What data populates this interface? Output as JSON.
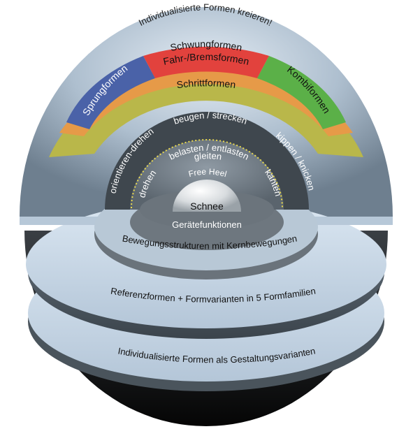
{
  "diagram": {
    "outer_top": "Individualisierte Formen kreieren!",
    "forms": {
      "sprung": "Sprungformen",
      "schwung": "Schwungformen",
      "kombi": "Kombiformen",
      "fahr_brems": "Fahr-/Bremsformen",
      "schritt": "Schrittformen"
    },
    "movements_outer": {
      "orientieren": "orientieren-drehen",
      "beugen": "beugen / strecken",
      "kippen": "kippen / knicken"
    },
    "movements_inner": {
      "drehen": "drehen",
      "belasten": "belasten / entlasten",
      "kanten": "kanten",
      "gleiten": "gleiten",
      "free_heel": "Free Heel"
    },
    "core": "Schnee",
    "layers": {
      "geraet": "Gerätefunktionen",
      "bewegung": "Bewegungsstrukturen mit Kernbewegungen",
      "referenz": "Referenzformen + Formvarianten in 5 Formfamilien",
      "individual": "Individualisierte Formen als Gestaltungsvarianten"
    },
    "colors": {
      "sprung": "#4a62a8",
      "schwung": "#e2423d",
      "kombi": "#5bb048",
      "fahr_brems": "#e69a48",
      "schritt": "#b9b74a",
      "dome": "#aebfcf",
      "disc": "#c5d6e6",
      "inner_plate": "#8a9298"
    }
  }
}
